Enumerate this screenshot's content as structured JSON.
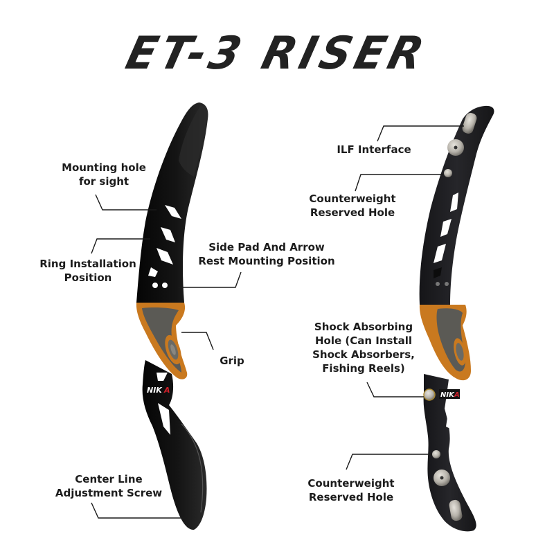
{
  "title": "ET-3 RISER",
  "brand_logo": "NIKA",
  "colors": {
    "riser_black": "#101010",
    "riser_dark_gray": "#1d1d20",
    "grip_orange": "#c9791f",
    "grip_gray": "#5b5a55",
    "metal": "#bdbab3",
    "text": "#1c1c1c",
    "leader_line": "#1a1a1a",
    "logo_red": "#d3202a"
  },
  "left_riser": {
    "labels": [
      {
        "id": "mounting-hole-sight",
        "lines": [
          "Mounting hole",
          "for sight"
        ]
      },
      {
        "id": "ring-installation",
        "lines": [
          "Ring Installation",
          "Position"
        ]
      },
      {
        "id": "side-pad-arrow-rest",
        "lines": [
          "Side Pad And Arrow",
          "Rest Mounting Position"
        ]
      },
      {
        "id": "grip",
        "lines": [
          "Grip"
        ]
      },
      {
        "id": "center-line-screw",
        "lines": [
          "Center Line",
          "Adjustment Screw"
        ]
      }
    ]
  },
  "right_riser": {
    "labels": [
      {
        "id": "ilf-interface",
        "lines": [
          "ILF Interface"
        ]
      },
      {
        "id": "counterweight-top",
        "lines": [
          "Counterweight",
          "Reserved Hole"
        ]
      },
      {
        "id": "shock-absorbing-hole",
        "lines": [
          "Shock Absorbing",
          "Hole (Can Install",
          "Shock Absorbers,",
          "Fishing Reels)"
        ]
      },
      {
        "id": "counterweight-bottom",
        "lines": [
          "Counterweight",
          "Reserved Hole"
        ]
      }
    ]
  }
}
